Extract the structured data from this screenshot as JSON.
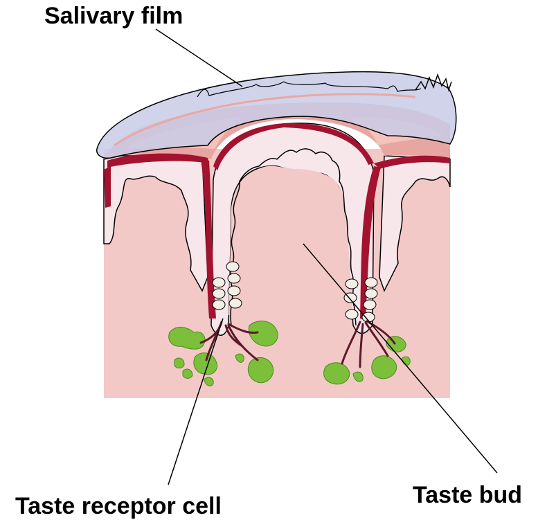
{
  "labels": {
    "salivary_film": "Salivary film",
    "taste_receptor_cell": "Taste receptor cell",
    "taste_bud": "Taste bud"
  },
  "colors": {
    "tissue": "#f3c9c8",
    "tissue_light": "#f7e6ea",
    "film": "#c9cbe8",
    "mucosa": "#e7a6a1",
    "vessel": "#a3122f",
    "nerve": "#5a1a2a",
    "ganglion": "#7cbf3a",
    "line": "#000000"
  }
}
